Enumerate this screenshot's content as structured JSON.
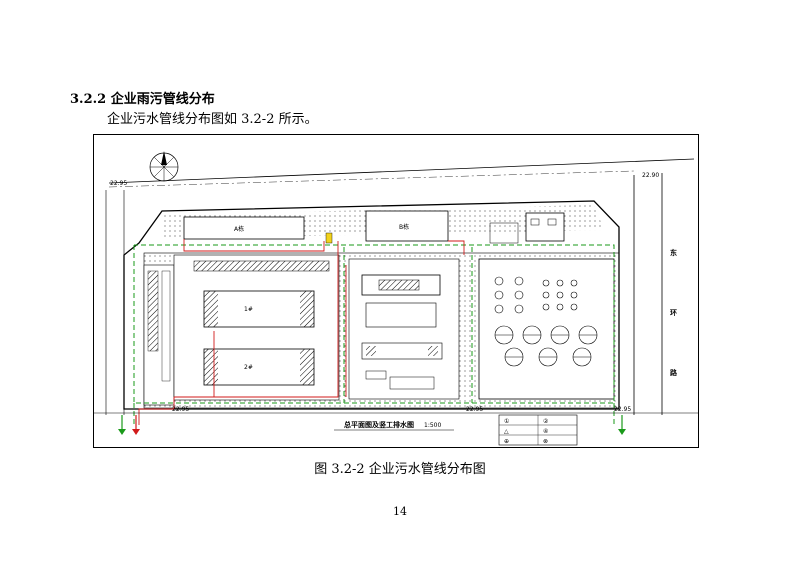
{
  "document": {
    "section_heading": "3.2.2 企业雨污管线分布",
    "paragraph": "企业污水管线分布图如 3.2-2 所示。",
    "figure": {
      "caption": "图 3.2-2     企业污水管线分布图",
      "drawing_title": "总平面图及竖工排水图",
      "drawing_scale": "1:500",
      "elevation_labels": [
        "22.95",
        "22.90",
        "22.95",
        "22.95",
        "22.95"
      ],
      "side_label_chars": [
        "东",
        "环",
        "路"
      ],
      "building_labels": [
        "A栋",
        "B栋",
        "1#",
        "2#"
      ],
      "legend_rows": [
        [
          "①",
          "②"
        ],
        [
          "△",
          "④"
        ],
        [
          "⊕",
          "⊗"
        ]
      ]
    },
    "page_number": "14"
  },
  "colors": {
    "sewage_line": "#d11a1a",
    "rain_line": "#1a9a1a",
    "outline": "#000000"
  }
}
